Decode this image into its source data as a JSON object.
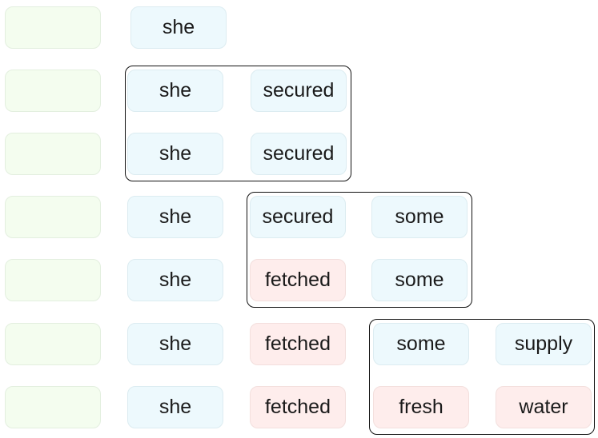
{
  "colors": {
    "slot_fill": "#f4fdef",
    "blue_fill": "#edf9fd",
    "pink_fill": "#feedec",
    "group_border": "#111111"
  },
  "rows": [
    {
      "cells": [
        {
          "text": "she",
          "color": "blue"
        }
      ]
    },
    {
      "cells": [
        {
          "text": "she",
          "color": "blue"
        },
        {
          "text": "secured",
          "color": "blue"
        }
      ]
    },
    {
      "cells": [
        {
          "text": "she",
          "color": "blue"
        },
        {
          "text": "secured",
          "color": "blue"
        }
      ]
    },
    {
      "cells": [
        {
          "text": "she",
          "color": "blue"
        },
        {
          "text": "secured",
          "color": "blue"
        },
        {
          "text": "some",
          "color": "blue"
        }
      ]
    },
    {
      "cells": [
        {
          "text": "she",
          "color": "blue"
        },
        {
          "text": "fetched",
          "color": "pink"
        },
        {
          "text": "some",
          "color": "blue"
        }
      ]
    },
    {
      "cells": [
        {
          "text": "she",
          "color": "blue"
        },
        {
          "text": "fetched",
          "color": "pink"
        },
        {
          "text": "some",
          "color": "blue"
        },
        {
          "text": "supply",
          "color": "blue"
        }
      ]
    },
    {
      "cells": [
        {
          "text": "she",
          "color": "blue"
        },
        {
          "text": "fetched",
          "color": "pink"
        },
        {
          "text": "fresh",
          "color": "pink"
        },
        {
          "text": "water",
          "color": "pink"
        }
      ]
    }
  ]
}
